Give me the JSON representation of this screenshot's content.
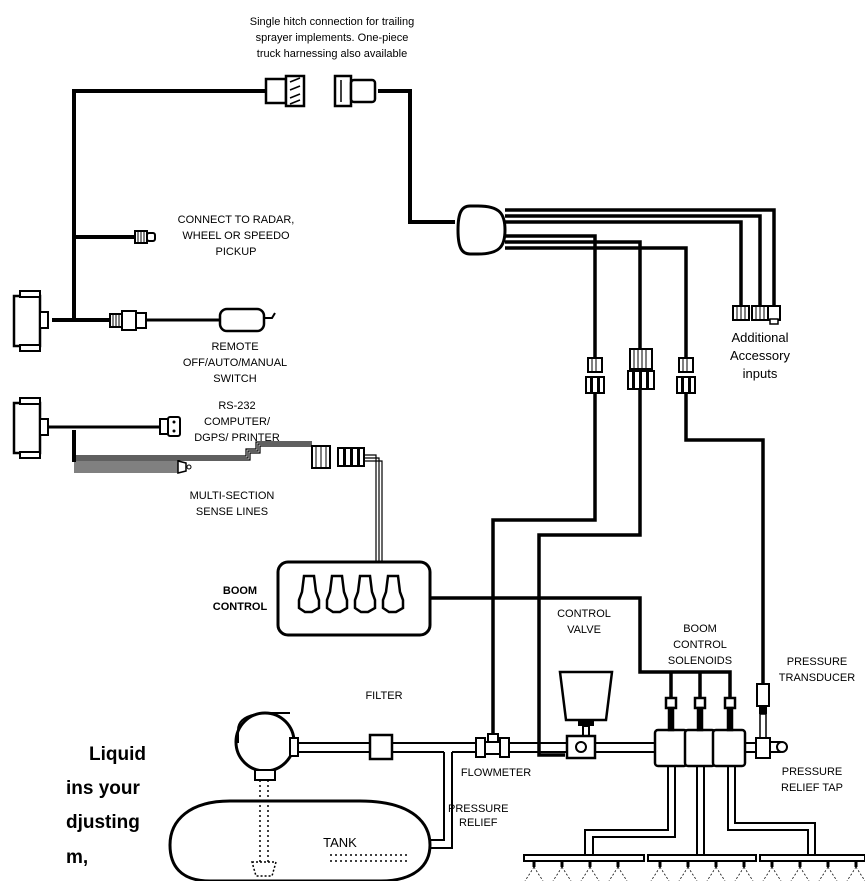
{
  "labels": {
    "hitch_line1": "Single hitch connection for trailing",
    "hitch_line2": "sprayer implements. One-piece",
    "hitch_line3": "truck harnessing also available",
    "radar_line1": "CONNECT TO RADAR,",
    "radar_line2": "WHEEL OR SPEEDO",
    "radar_line3": "PICKUP",
    "remote_line1": "REMOTE",
    "remote_line2": "OFF/AUTO/MANUAL",
    "remote_line3": "SWITCH",
    "rs232_line1": "RS-232",
    "rs232_line2": "COMPUTER/",
    "rs232_line3": "DGPS/ PRINTER",
    "multi_line1": "MULTI-SECTION",
    "multi_line2": "SENSE LINES",
    "boom_control_line1": "BOOM",
    "boom_control_line2": "CONTROL",
    "accessory_line1": "Additional",
    "accessory_line2": "Accessory",
    "accessory_line3": "inputs",
    "control_valve_line1": "CONTROL",
    "control_valve_line2": "VALVE",
    "solenoids_line1": "BOOM",
    "solenoids_line2": "CONTROL",
    "solenoids_line3": "SOLENOIDS",
    "transducer_line1": "PRESSURE",
    "transducer_line2": "TRANSDUCER",
    "filter": "FILTER",
    "flowmeter": "FLOWMETER",
    "relief_line1": "PRESSURE",
    "relief_line2": "RELIEF",
    "relief_tap_line1": "PRESSURE",
    "relief_tap_line2": "RELIEF TAP",
    "tank": "TANK"
  },
  "side_text": {
    "line1": "Liquid",
    "line2": "ins your",
    "line3": "djusting",
    "line4": "m,"
  }
}
